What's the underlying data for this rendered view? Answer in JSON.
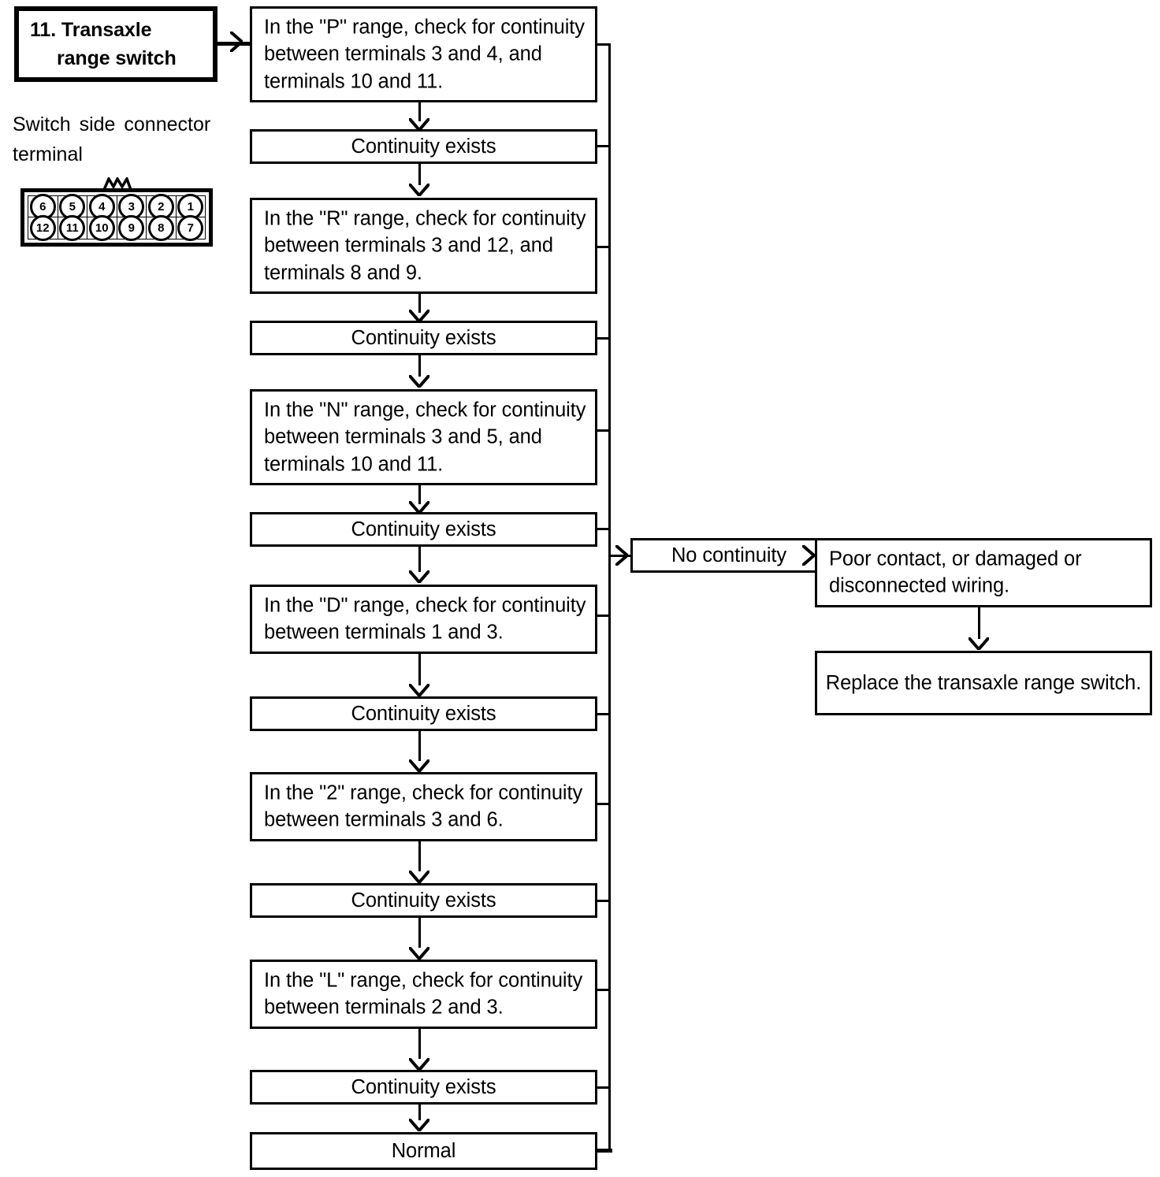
{
  "title_box": {
    "line1": "11. Transaxle",
    "line2": "range switch"
  },
  "connector_caption": "Switch  side  connector\nterminal",
  "connector": {
    "name": "switch-side-connector-terminal",
    "top_row": [
      "6",
      "5",
      "4",
      "3",
      "2",
      "1"
    ],
    "bottom_row": [
      "12",
      "11",
      "10",
      "9",
      "8",
      "7"
    ]
  },
  "flow": {
    "continuity_label": "Continuity exists",
    "steps": [
      {
        "id": "check-p",
        "text": "In the \"P\" range, check for continuity between terminals 3 and 4, and terminals 10 and 11."
      },
      {
        "id": "check-r",
        "text": "In the \"R\" range, check for continuity between terminals 3 and 12, and terminals 8 and 9."
      },
      {
        "id": "check-n",
        "text": "In the \"N\" range, check for continuity between terminals 3 and 5, and terminals 10 and 11."
      },
      {
        "id": "check-d",
        "text": "In the \"D\" range, check for continuity between terminals 1 and 3."
      },
      {
        "id": "check-2",
        "text": "In the \"2\" range, check for continuity between terminals 3 and 6."
      },
      {
        "id": "check-l",
        "text": "In the \"L\" range, check for continuity between terminals 2 and 3."
      }
    ],
    "results": [
      "Continuity exists",
      "Continuity exists",
      "Continuity exists",
      "Continuity exists",
      "Continuity exists",
      "Continuity exists"
    ],
    "normal_label": "Normal",
    "no_continuity_label": "No continuity",
    "fault_label": "Poor contact, or damaged or disconnected wiring.",
    "action_label": "Replace the transaxle range switch."
  },
  "colors": {
    "line": "#000000",
    "background": "#ffffff",
    "text": "#000000"
  }
}
